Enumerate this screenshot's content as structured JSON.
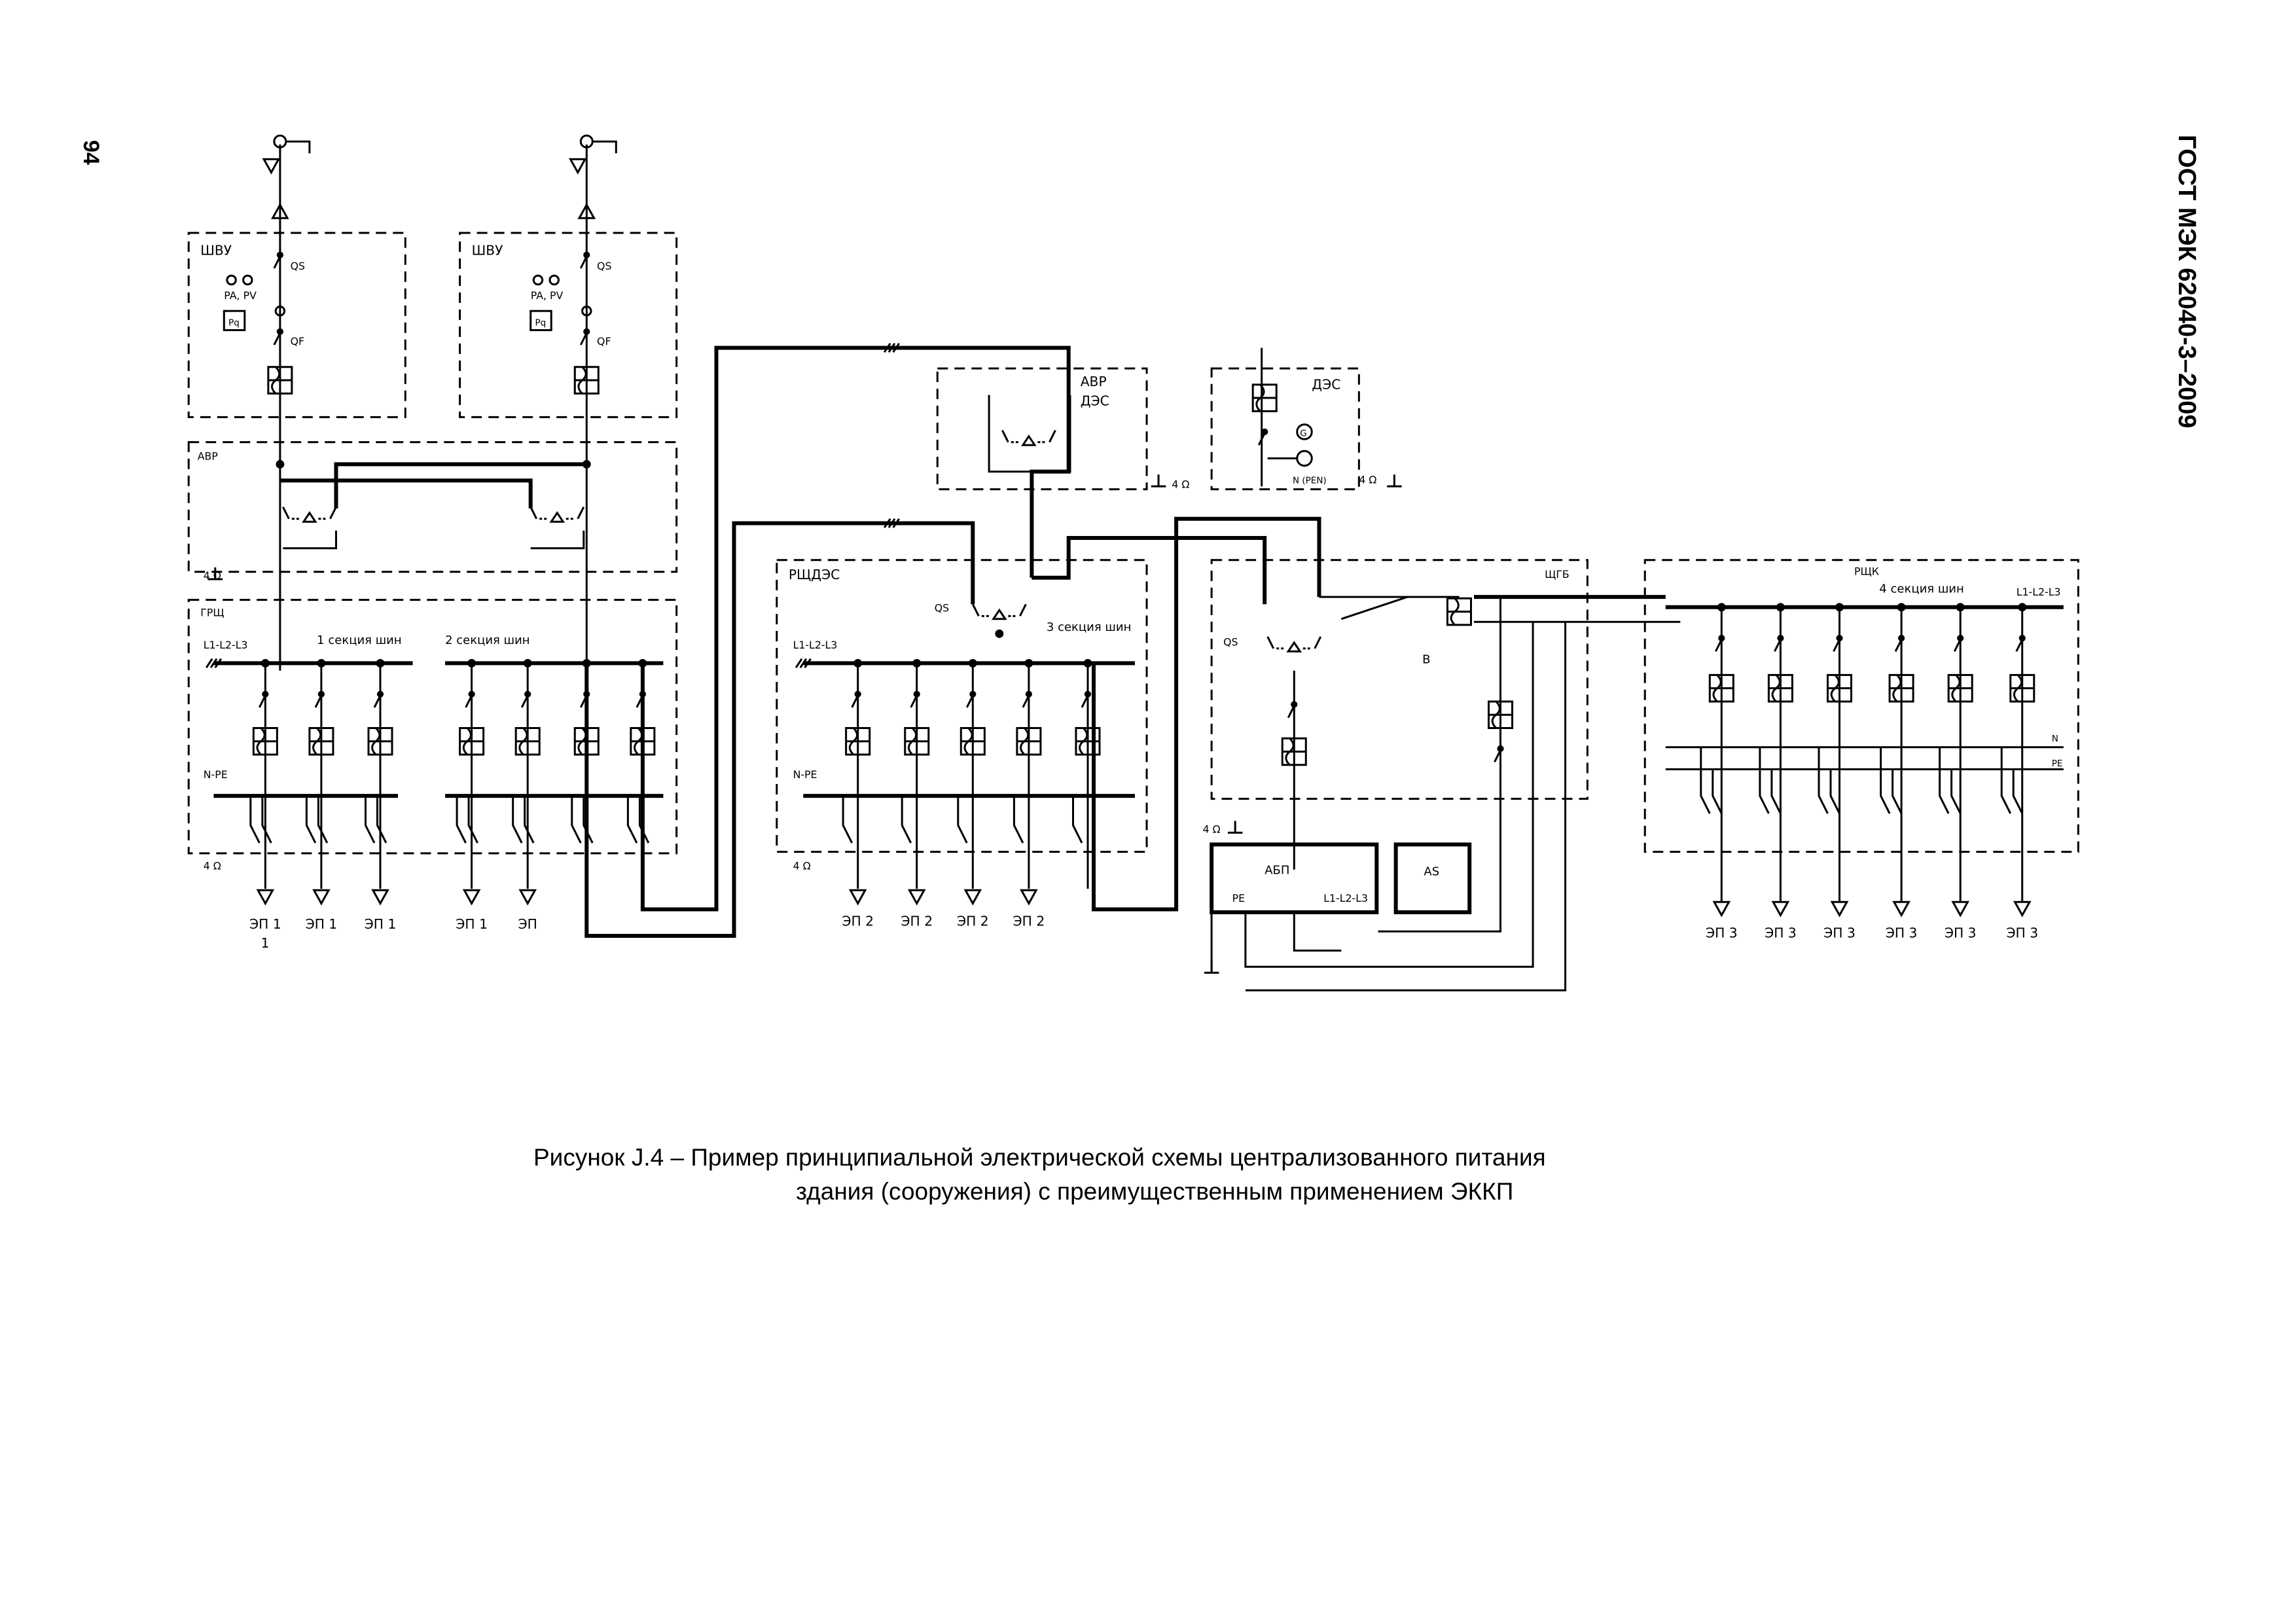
{
  "page": {
    "number": "94",
    "header": "ГОСТ МЭК 62040-3–2009"
  },
  "caption": {
    "line1": "Рисунок J.4 – Пример принципиальной электрической схемы централизованного питания",
    "line2": "здания (сооружения) с преимущественным применением ЭККП"
  },
  "diagram": {
    "panels": {
      "shvu_1": "ШВУ",
      "shvu_2": "ШВУ",
      "avr_main": "АВР",
      "grshch": "ГРЩ",
      "avr_des": "АВР\nДЭС",
      "des": "ДЭС",
      "rshch_des": "РЩДЭС",
      "shgp": "ЩГБ",
      "rshch": "РЩК"
    },
    "device_labels": {
      "qs": "QS",
      "qf": "QF",
      "pa_pv": "PA, PV",
      "pq": "Pq",
      "b": "B",
      "abp": "АБП",
      "as": "AS",
      "pe": "PE",
      "l123": "L1-L2-L3",
      "n": "N",
      "n_pe": "N-PE",
      "g": "G",
      "n_pen": "N (PEN)",
      "ohm4": "4 Ω"
    },
    "bus_labels": {
      "sec1": "1 секция шин",
      "sec2": "2 секция шин",
      "sec3": "3 секция шин",
      "sec4": "4 секция шин",
      "l123_bus": "L1-L2-L3"
    },
    "loads": {
      "ep1": "ЭП 1",
      "ep1_sub": "1",
      "ep": "ЭП",
      "ep2": "ЭП 2",
      "ep3": "ЭП 3"
    }
  }
}
